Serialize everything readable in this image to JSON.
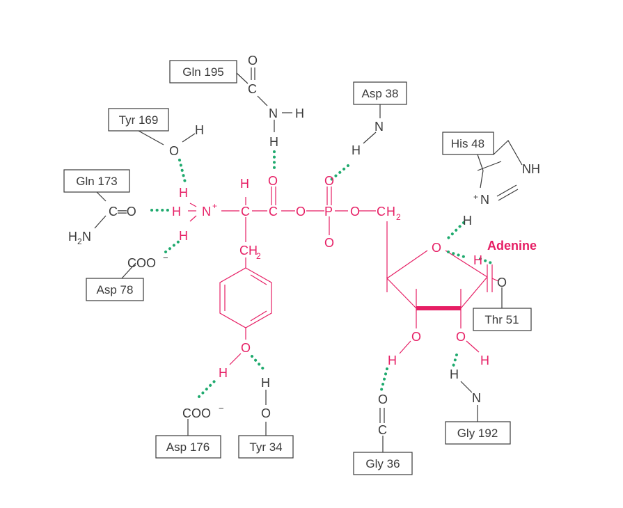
{
  "residues": {
    "gln195": "Gln 195",
    "asp38": "Asp 38",
    "tyr169": "Tyr 169",
    "his48": "His 48",
    "gln173": "Gln 173",
    "asp78": "Asp 78",
    "thr51": "Thr 51",
    "asp176": "Asp 176",
    "tyr34": "Tyr 34",
    "gly36": "Gly 36",
    "gly192": "Gly 192"
  },
  "atoms": {
    "O": "O",
    "C": "C",
    "N": "N",
    "H": "H",
    "P": "P",
    "NH": "NH",
    "CH2": "CH",
    "COO": "COO",
    "H2": "H",
    "sub2": "2",
    "plus": "+",
    "minus": "−",
    "Cdb": "C═O"
  },
  "labels": {
    "adenine": "Adenine"
  },
  "colors": {
    "ligand": "#e61e64",
    "protein": "#3a3a3a",
    "hbond": "#1faa6e"
  }
}
